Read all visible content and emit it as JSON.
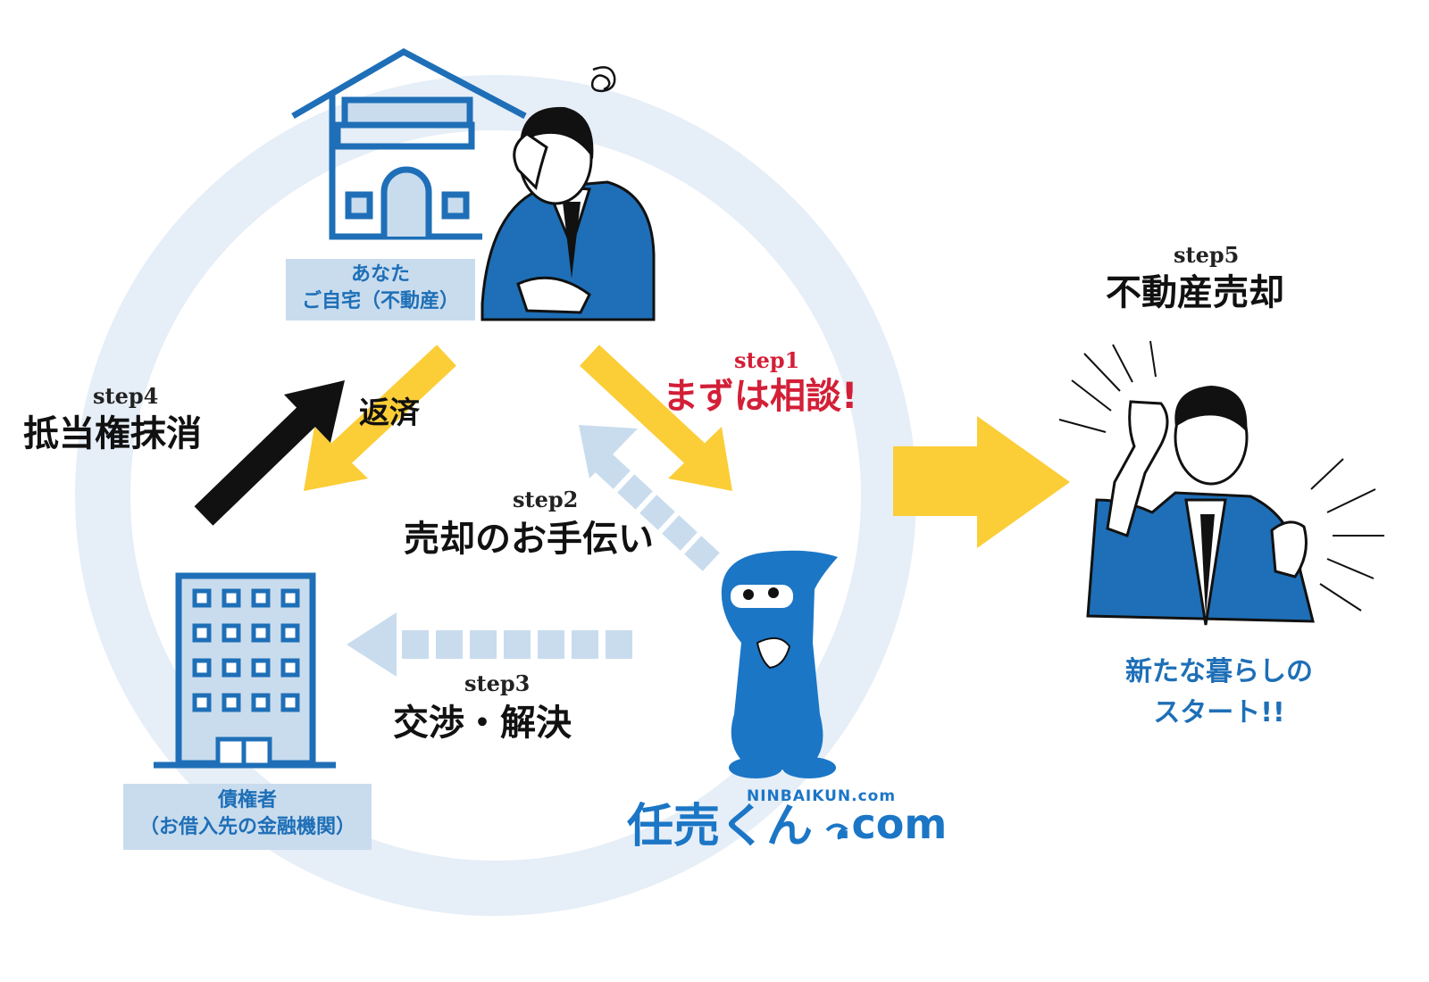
{
  "labels": {
    "home": [
      "あなた",
      "ご自宅（不動産）"
    ],
    "creditor": [
      "債権者",
      "（お借入先の金融機関）"
    ],
    "repay": "返済"
  },
  "steps": {
    "step1": {
      "tag": "step1",
      "title": "まずは相談!"
    },
    "step2": {
      "tag": "step2",
      "title": "売却のお手伝い"
    },
    "step3": {
      "tag": "step3",
      "title": "交渉・解決"
    },
    "step4": {
      "tag": "step4",
      "title": "抵当権抹消"
    },
    "step5": {
      "tag": "step5",
      "title": "不動産売却"
    }
  },
  "outcome": [
    "新たな暮らしの",
    "スタート!!"
  ],
  "logo": {
    "main": "任売くん",
    "dotcom": ".com",
    "sub": "NINBAIKUN.com"
  },
  "colors": {
    "circle": "#e6eef7",
    "yellow": "#fbcd37",
    "lightblue": "#c9dcee",
    "blue": "#1e6fb7",
    "red": "#d31f37",
    "black": "#111111"
  }
}
